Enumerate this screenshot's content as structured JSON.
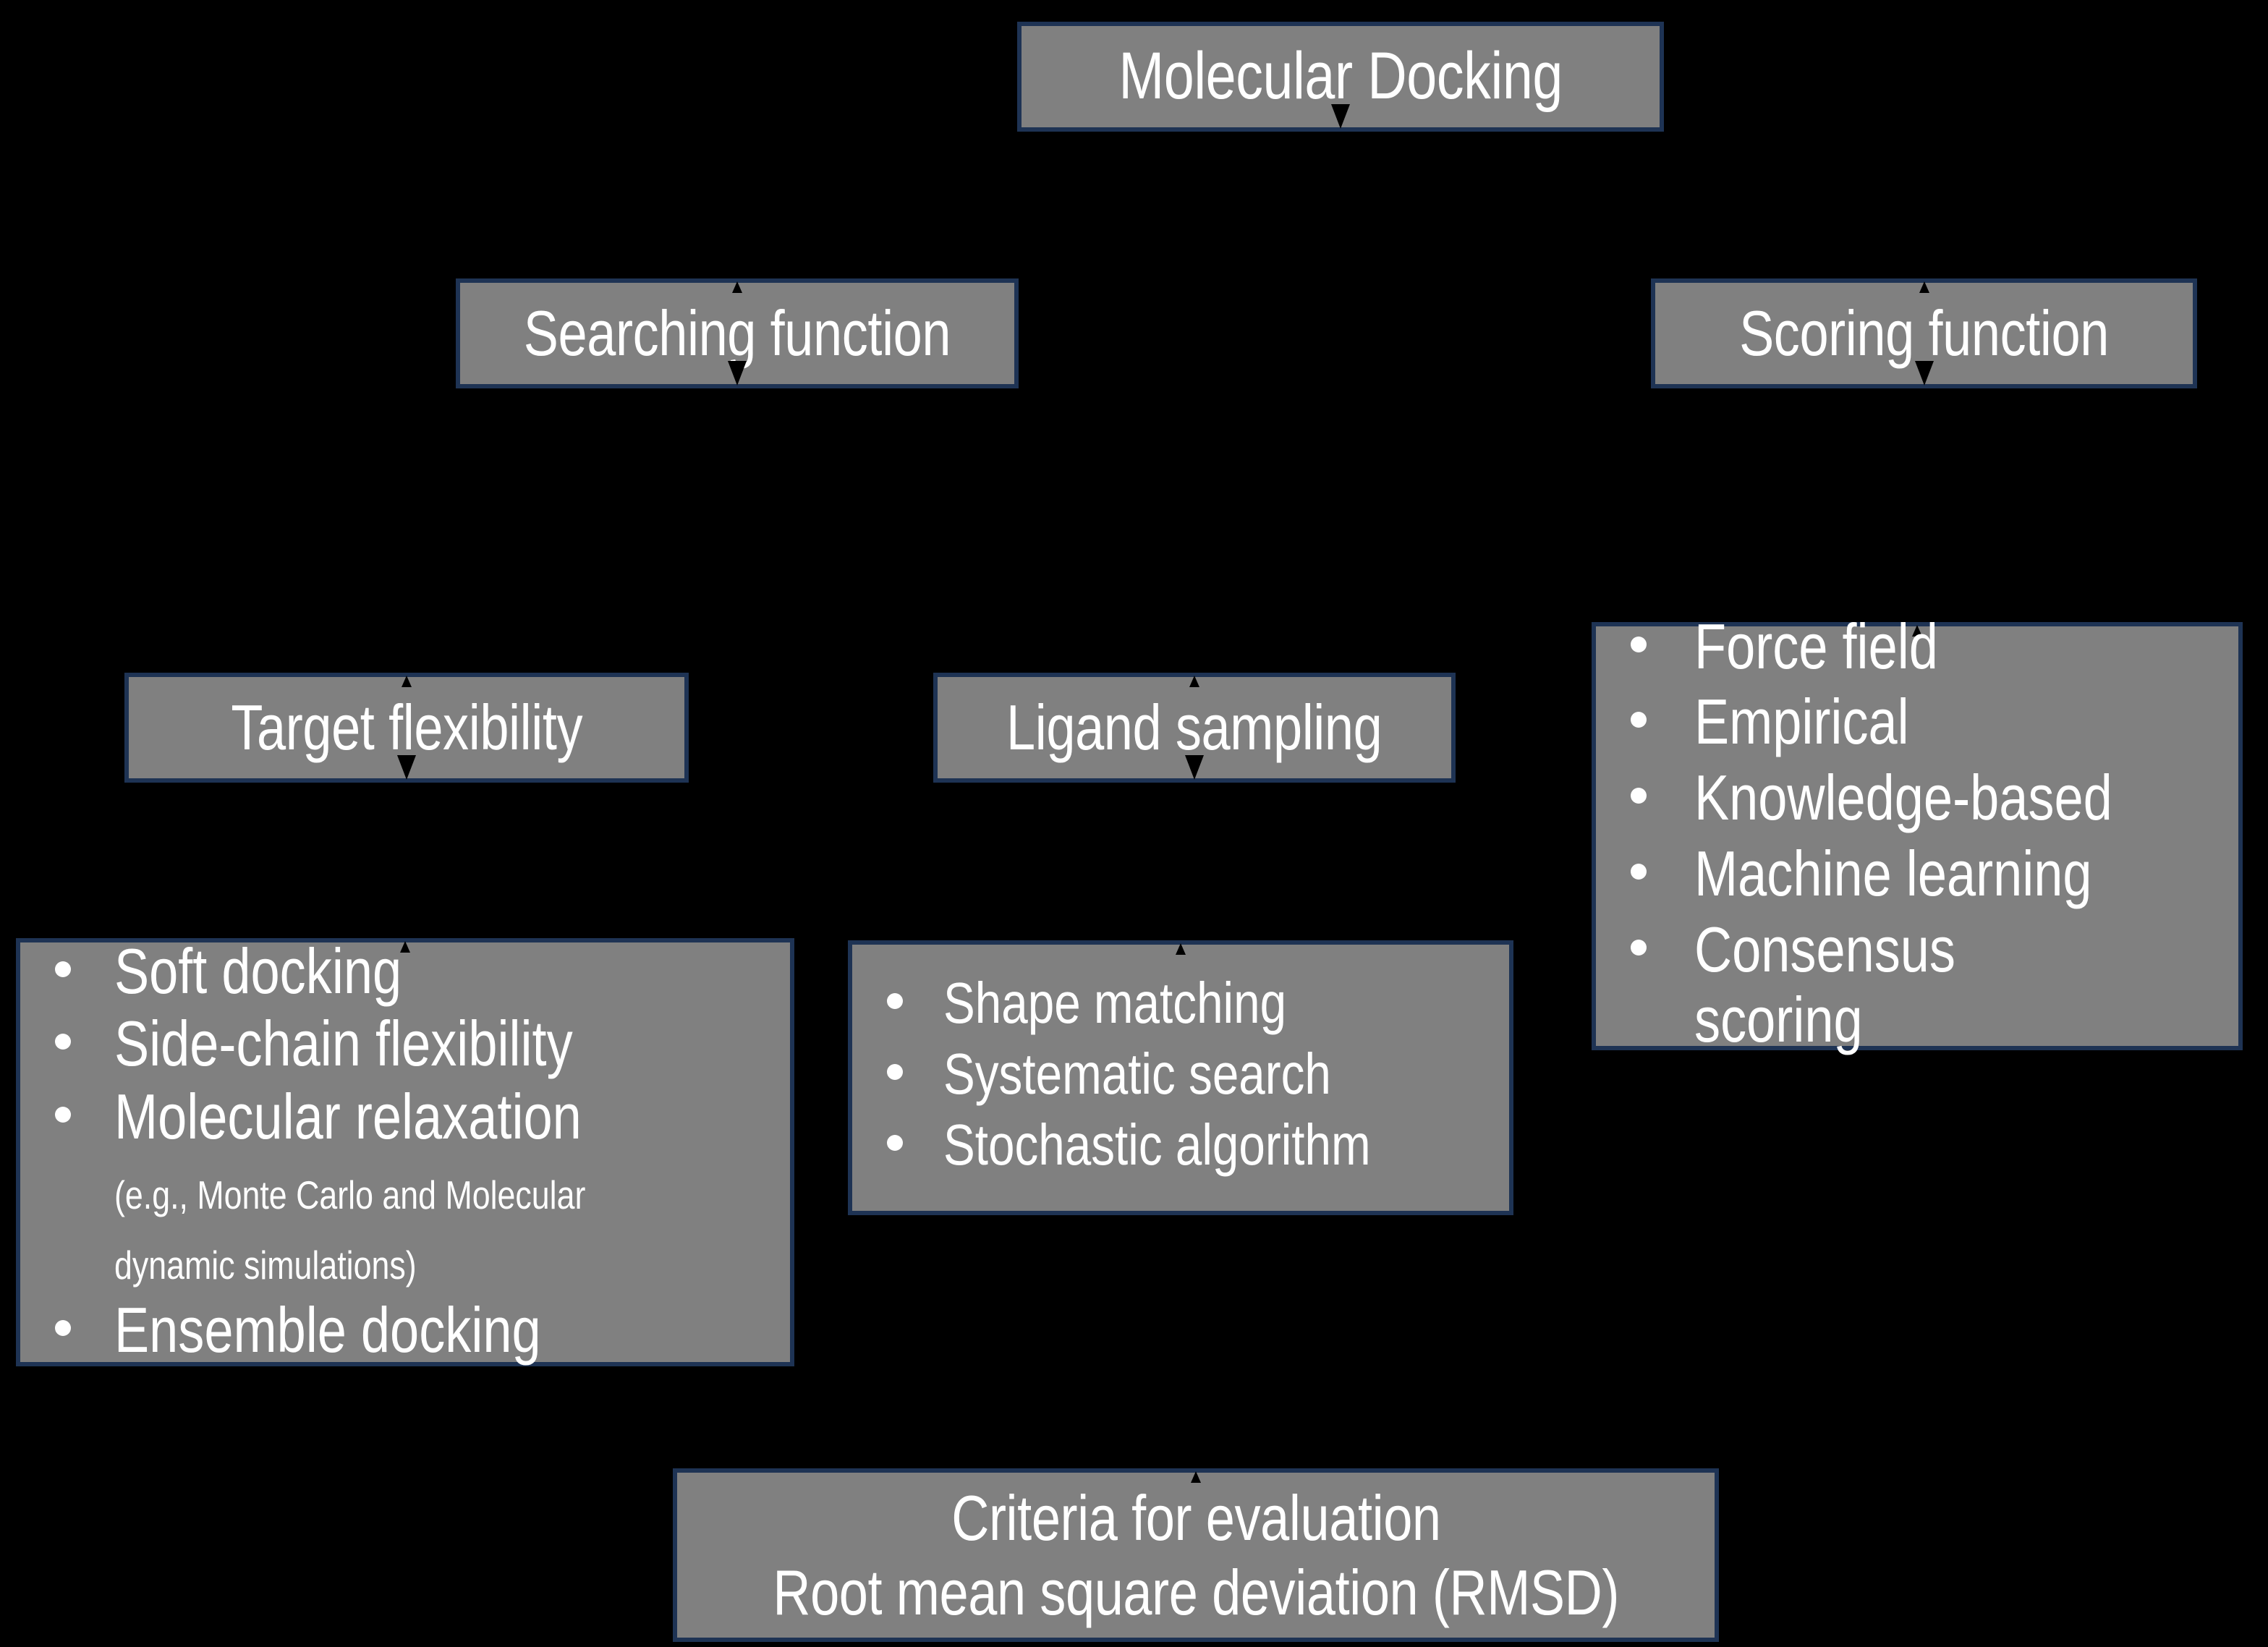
{
  "theme": {
    "background": "#000000",
    "box_fill": "#808080",
    "box_border": "#1e3354",
    "text_color": "#ffffff"
  },
  "diagram": {
    "title": "Molecular Docking",
    "root": {
      "label": "Molecular Docking"
    },
    "branches": [
      {
        "key": "searching",
        "label": "Searching function",
        "children": [
          {
            "key": "target_flexibility",
            "label": "Target flexibility",
            "items": [
              {
                "text": "Soft docking",
                "note": ""
              },
              {
                "text": "Side-chain flexibility",
                "note": ""
              },
              {
                "text": "Molecular relaxation ",
                "note": "(e.g., Monte Carlo and Molecular dynamic simulations)"
              },
              {
                "text": "Ensemble docking",
                "note": ""
              }
            ]
          },
          {
            "key": "ligand_sampling",
            "label": "Ligand sampling",
            "items": [
              {
                "text": "Shape matching",
                "note": ""
              },
              {
                "text": "Systematic search",
                "note": ""
              },
              {
                "text": "Stochastic algorithm",
                "note": ""
              }
            ]
          }
        ]
      },
      {
        "key": "scoring",
        "label": "Scoring function",
        "items": [
          {
            "text": "Force field",
            "note": ""
          },
          {
            "text": "Empirical",
            "note": ""
          },
          {
            "text": "Knowledge-based",
            "note": ""
          },
          {
            "text": "Machine learning",
            "note": ""
          },
          {
            "text": "Consensus scoring",
            "note": ""
          }
        ]
      }
    ],
    "footer": {
      "line1": "Criteria for evaluation",
      "line2": "Root mean square deviation (RMSD)"
    }
  }
}
